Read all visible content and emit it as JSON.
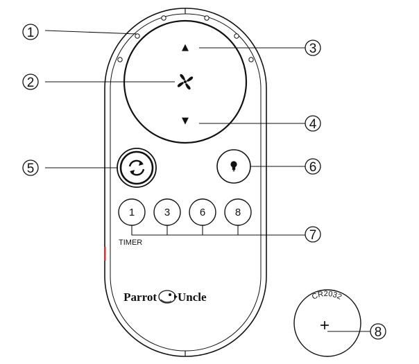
{
  "remote": {
    "brand_left": "Parrot",
    "brand_right": "Uncle",
    "timer_label": "TIMER",
    "timer_buttons": [
      "1",
      "3",
      "6",
      "8"
    ],
    "up_arrow": "▲",
    "down_arrow": "▼",
    "icons": {
      "fan": "fan-icon",
      "reverse": "reverse-direction-icon",
      "light": "light-bulb-icon",
      "logo": "parrot-logo-icon"
    }
  },
  "battery": {
    "model": "CR2032",
    "plus": "+"
  },
  "callouts": [
    "1",
    "2",
    "3",
    "4",
    "5",
    "6",
    "7",
    "8"
  ],
  "colors": {
    "line": "#111111",
    "background": "#ffffff",
    "accent_red": "#d9282f"
  }
}
